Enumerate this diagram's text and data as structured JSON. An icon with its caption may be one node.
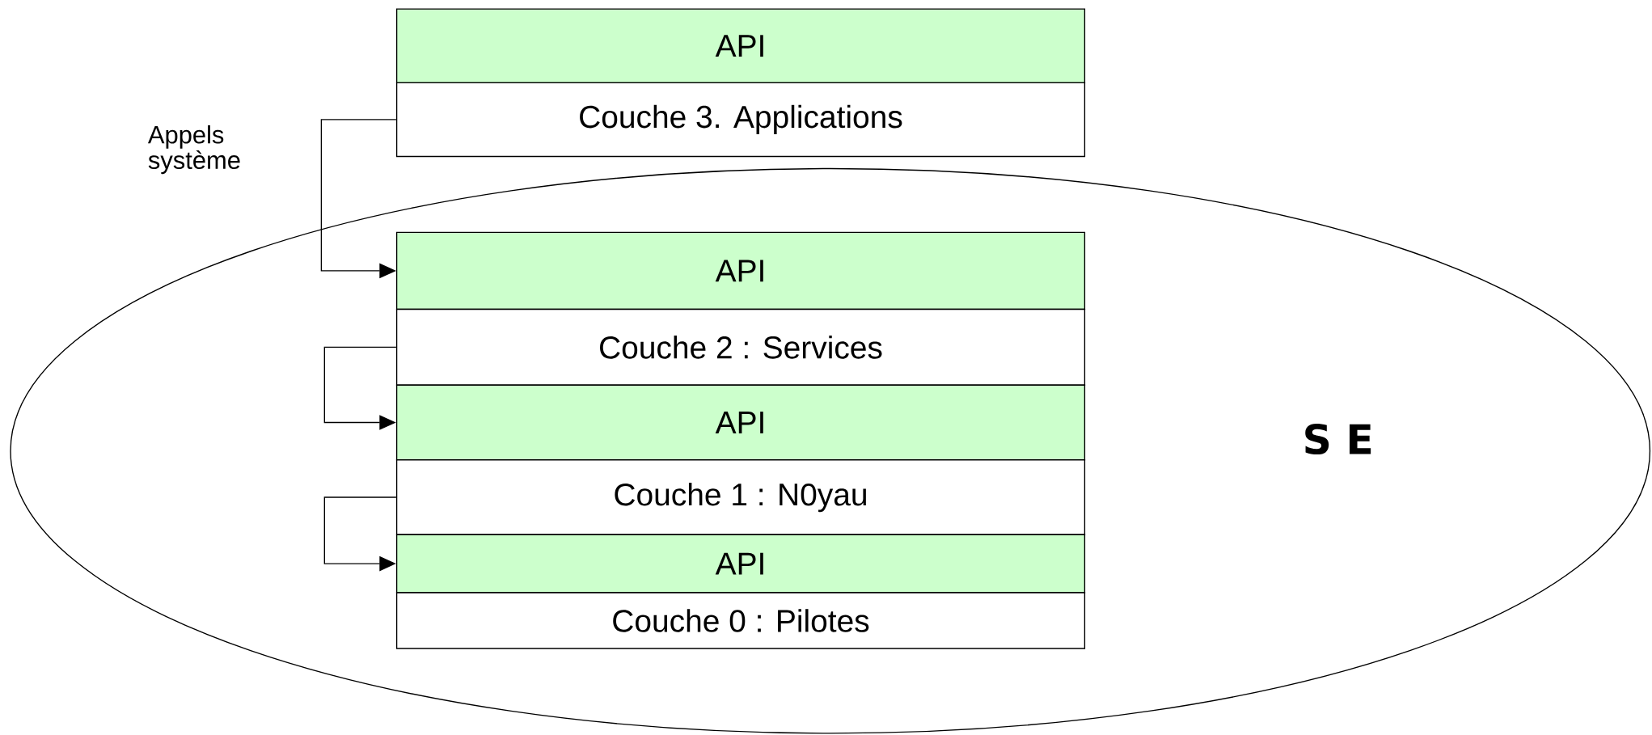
{
  "diagram": {
    "nodes": [
      {
        "text": [
          "API"
        ]
      },
      {
        "text": [
          "Couche 3. Applications"
        ]
      },
      {
        "text": [
          "S E"
        ]
      },
      {
        "text": [
          "API"
        ],
        "in": 2
      },
      {
        "text": [
          "Couche 2 : Services"
        ],
        "in": 2
      },
      {
        "text": [
          "API"
        ],
        "in": 2
      },
      {
        "text": [
          "Couche 1 : N0yau"
        ],
        "in": 2
      },
      {
        "text": [
          "API"
        ],
        "in": 2
      },
      {
        "text": [
          "Couche 0 : Pilotes"
        ],
        "in": 2
      }
    ],
    "edges": [
      {
        "from": 1,
        "to": 3,
        "arrow": "to",
        "label": "Appels système"
      },
      {
        "from": 4,
        "to": 5,
        "arrow": "to"
      },
      {
        "from": 6,
        "to": 7,
        "arrow": "to"
      }
    ]
  }
}
